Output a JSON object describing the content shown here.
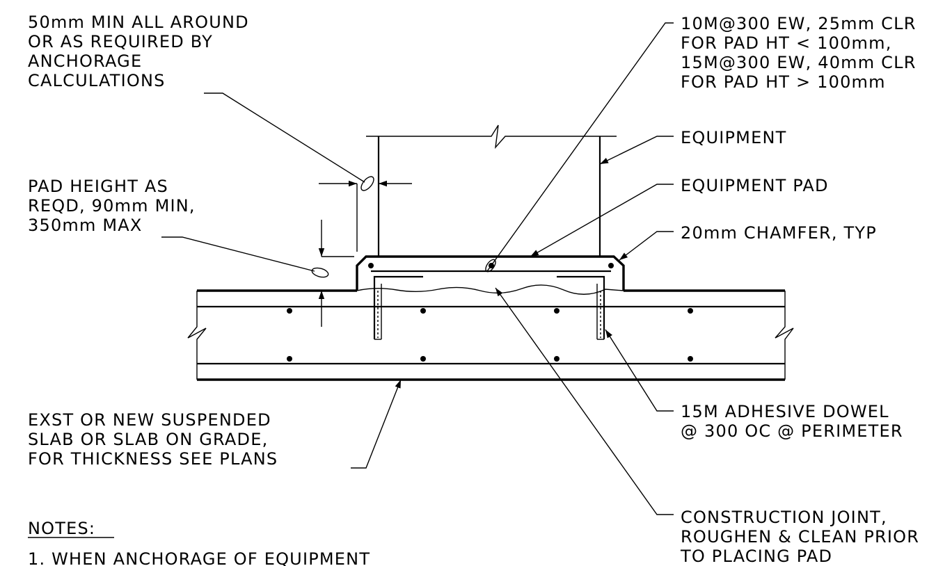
{
  "notes_heading": "NOTES:",
  "note_1": "1. WHEN ANCHORAGE OF EQUIPMENT",
  "labels": {
    "min_all_around": [
      "50mm MIN ALL AROUND",
      "OR AS REQUIRED BY",
      "ANCHORAGE",
      "CALCULATIONS"
    ],
    "pad_height": [
      "PAD HEIGHT AS",
      "REQD, 90mm MIN,",
      "350mm MAX"
    ],
    "slab": [
      "EXST OR NEW SUSPENDED",
      "SLAB OR SLAB ON GRADE,",
      "FOR THICKNESS SEE PLANS"
    ],
    "reinforcing": [
      "10M@300 EW, 25mm CLR",
      "FOR PAD HT < 100mm,",
      "15M@300 EW, 40mm CLR",
      "FOR PAD HT > 100mm"
    ],
    "equipment": [
      "EQUIPMENT"
    ],
    "equipment_pad": [
      "EQUIPMENT PAD"
    ],
    "chamfer": [
      "20mm CHAMFER, TYP"
    ],
    "dowel": [
      "15M ADHESIVE DOWEL",
      "@ 300 OC @ PERIMETER"
    ],
    "construction_joint": [
      "CONSTRUCTION JOINT,",
      "ROUGHEN & CLEAN PRIOR",
      "TO PLACING PAD"
    ]
  }
}
